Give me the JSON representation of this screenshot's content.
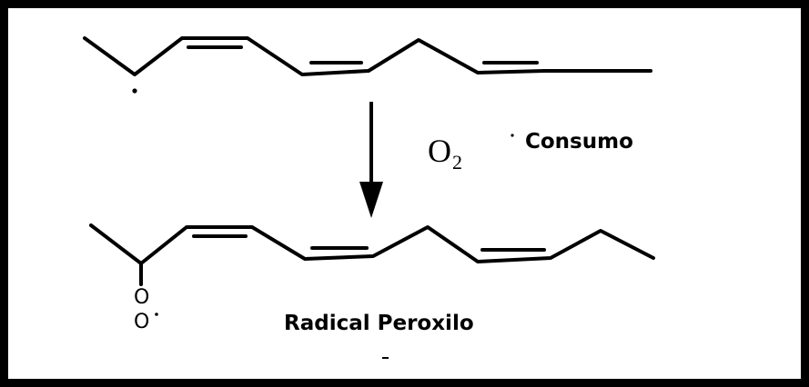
{
  "diagram": {
    "reagent": {
      "symbol": "O",
      "subscript": "2"
    },
    "reagent_label": "Consumo",
    "product_label": "Radical Peroxilo",
    "peroxyl_group": {
      "atom_upper": "O",
      "atom_lower": "O"
    },
    "colors": {
      "ink": "#000000",
      "background": "#ffffff",
      "border": "#000000"
    }
  }
}
